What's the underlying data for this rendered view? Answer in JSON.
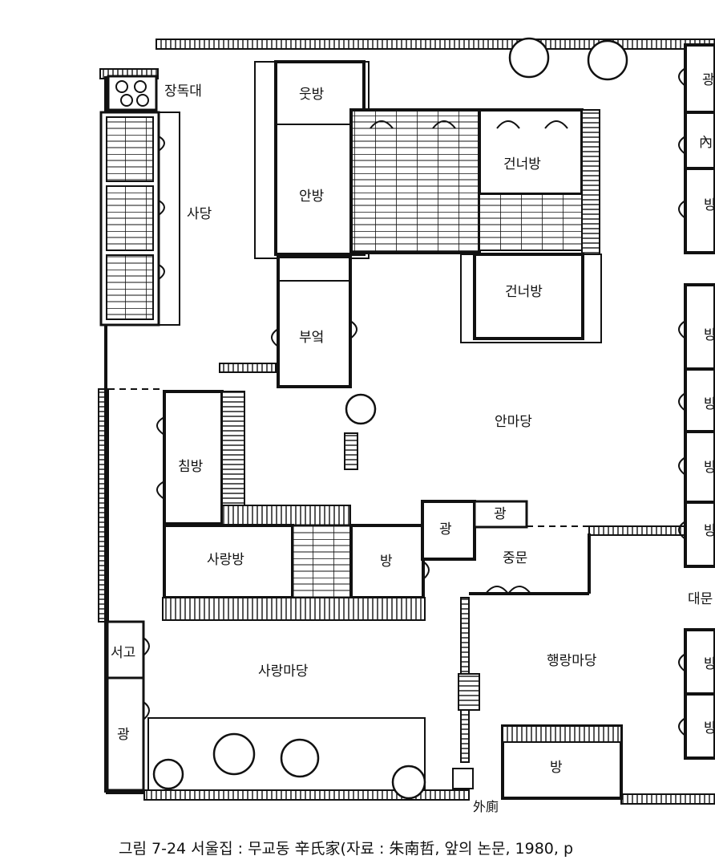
{
  "rooms": {
    "jangdokdae": "장독대",
    "utbang": "웃방",
    "anbang": "안방",
    "sadang": "사당",
    "geonneobang_1": "건너방",
    "geonneobang_2": "건너방",
    "bueok": "부엌",
    "anmadang": "안마당",
    "chimbang": "침방",
    "sarangbang": "사랑방",
    "bang_center": "방",
    "gwang_mid_1": "광",
    "gwang_mid_2": "광",
    "jungmun": "중문",
    "daemun": "대문",
    "haengnangmadang": "행랑마당",
    "sarangmadang": "사랑마당",
    "seogo": "서고",
    "gwang_left": "광",
    "bang_bottom": "방",
    "oecheuk": "外廁",
    "right_gwang": "광",
    "right_nae": "內",
    "right_bang_1": "방",
    "right_bang_2": "방",
    "right_bang_3": "방",
    "right_bang_4": "방",
    "right_bang_5": "방",
    "right_bang_6": "방",
    "right_bang_7": "방"
  },
  "caption": "그림 7-24  서울집 : 무교동 辛氏家(자료 : 朱南哲,  앞의  논문,  1980, p",
  "colors": {
    "ink": "#111111",
    "paper": "#ffffff"
  }
}
